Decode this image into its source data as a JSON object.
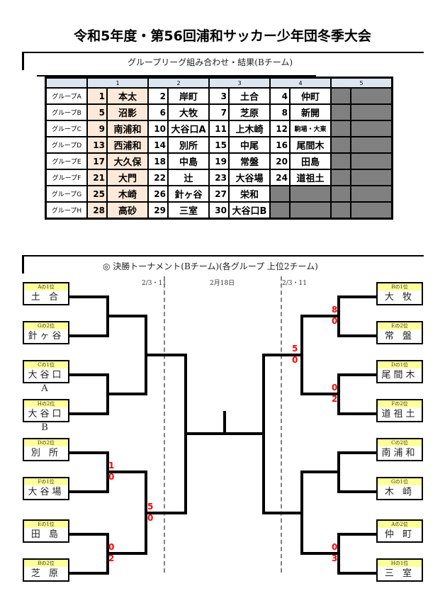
{
  "title": "令和5年度・第56回浦和サッカー少年団冬季大会",
  "group_section": {
    "heading": "グループリーグ組み合わせ・結果(Bチーム)",
    "columns": [
      "",
      "1",
      "2",
      "3",
      "4",
      "5"
    ],
    "rows": [
      {
        "group": "グループA",
        "teams": [
          {
            "no": "1",
            "name": "本太"
          },
          {
            "no": "2",
            "name": "岸町"
          },
          {
            "no": "3",
            "name": "土合"
          },
          {
            "no": "4",
            "name": "仲町"
          }
        ]
      },
      {
        "group": "グループB",
        "teams": [
          {
            "no": "5",
            "name": "沼影"
          },
          {
            "no": "6",
            "name": "大牧"
          },
          {
            "no": "7",
            "name": "芝原"
          },
          {
            "no": "8",
            "name": "新開"
          }
        ]
      },
      {
        "group": "グループC",
        "teams": [
          {
            "no": "9",
            "name": "南浦和"
          },
          {
            "no": "10",
            "name": "大谷口A"
          },
          {
            "no": "11",
            "name": "上木崎"
          },
          {
            "no": "12",
            "name": "駒場・大東"
          }
        ]
      },
      {
        "group": "グループD",
        "teams": [
          {
            "no": "13",
            "name": "西浦和"
          },
          {
            "no": "14",
            "name": "別所"
          },
          {
            "no": "15",
            "name": "中尾"
          },
          {
            "no": "16",
            "name": "尾間木"
          }
        ]
      },
      {
        "group": "グループE",
        "teams": [
          {
            "no": "17",
            "name": "大久保"
          },
          {
            "no": "18",
            "name": "中島"
          },
          {
            "no": "19",
            "name": "常盤"
          },
          {
            "no": "20",
            "name": "田島"
          }
        ]
      },
      {
        "group": "グループF",
        "teams": [
          {
            "no": "21",
            "name": "大門"
          },
          {
            "no": "22",
            "name": "辻"
          },
          {
            "no": "23",
            "name": "大谷場"
          },
          {
            "no": "24",
            "name": "道祖土"
          }
        ]
      },
      {
        "group": "グループG",
        "teams": [
          {
            "no": "25",
            "name": "木崎"
          },
          {
            "no": "26",
            "name": "針ヶ谷"
          },
          {
            "no": "27",
            "name": "栄和"
          }
        ]
      },
      {
        "group": "グループH",
        "teams": [
          {
            "no": "28",
            "name": "高砂"
          },
          {
            "no": "29",
            "name": "三室"
          },
          {
            "no": "30",
            "name": "大谷口B"
          }
        ]
      }
    ]
  },
  "tournament": {
    "heading": "◎ 決勝トーナメント(Bチーム)(各グループ 上位2チーム)",
    "dates": {
      "left": "2/3・11",
      "center": "2月18日",
      "right": "2/3・11"
    },
    "left": [
      {
        "seed": "Aの1位",
        "name": "土 合"
      },
      {
        "seed": "Gの2位",
        "name": "針ヶ谷"
      },
      {
        "seed": "Cの1位",
        "name": "大谷口A"
      },
      {
        "seed": "Hの2位",
        "name": "大谷口B"
      },
      {
        "seed": "Dの2位",
        "name": "別 所"
      },
      {
        "seed": "Fの1位",
        "name": "大谷場"
      },
      {
        "seed": "Eの1位",
        "name": "田 島"
      },
      {
        "seed": "Bの2位",
        "name": "芝 原"
      }
    ],
    "right": [
      {
        "seed": "Bの1位",
        "name": "大 牧"
      },
      {
        "seed": "Eの2位",
        "name": "常 盤"
      },
      {
        "seed": "Dの1位",
        "name": "尾間木"
      },
      {
        "seed": "Fの2位",
        "name": "道祖土"
      },
      {
        "seed": "Cの2位",
        "name": "南浦和"
      },
      {
        "seed": "Gの1位",
        "name": "木 崎"
      },
      {
        "seed": "Aの2位",
        "name": "仲 町"
      },
      {
        "seed": "Hの1位",
        "name": "三 室"
      }
    ],
    "scores": {
      "left_r1_m3": [
        "1",
        "0"
      ],
      "left_r1_m4": [
        "0",
        "2"
      ],
      "left_r2_m2": [
        "5",
        "0"
      ],
      "right_r1_m1": [
        "8",
        "0"
      ],
      "right_r1_m2": [
        "0",
        "2"
      ],
      "right_r1_m4": [
        "0",
        "3"
      ],
      "right_r2_m1": [
        "5",
        "0"
      ]
    }
  }
}
